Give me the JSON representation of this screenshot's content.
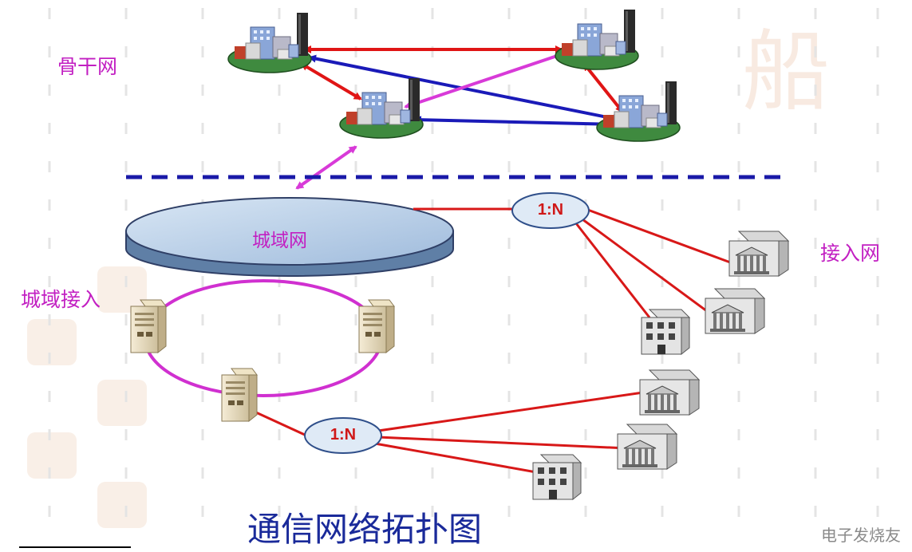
{
  "labels": {
    "backbone": "骨干网",
    "metro": "城域网",
    "metro_access": "城域接入",
    "access": "接入网",
    "ratio_top": "1:N",
    "ratio_bottom": "1:N",
    "title": "通信网络拓扑图"
  },
  "watermark": "电子发烧友",
  "colors": {
    "backbone_link": "#e01515",
    "backbone_cross_link": "#1a1ab8",
    "metro_uplink": "#d83ad8",
    "ring": "#d030d0",
    "access_link": "#d81818",
    "divider": "#1a1aa8",
    "metro_disk": "#b6cde6",
    "title": "#1a2a9a"
  },
  "icons": {
    "backbone_node": "city-building-cluster-icon",
    "metro_node": "server-tower-icon",
    "access_endpoint": "building-icon"
  }
}
